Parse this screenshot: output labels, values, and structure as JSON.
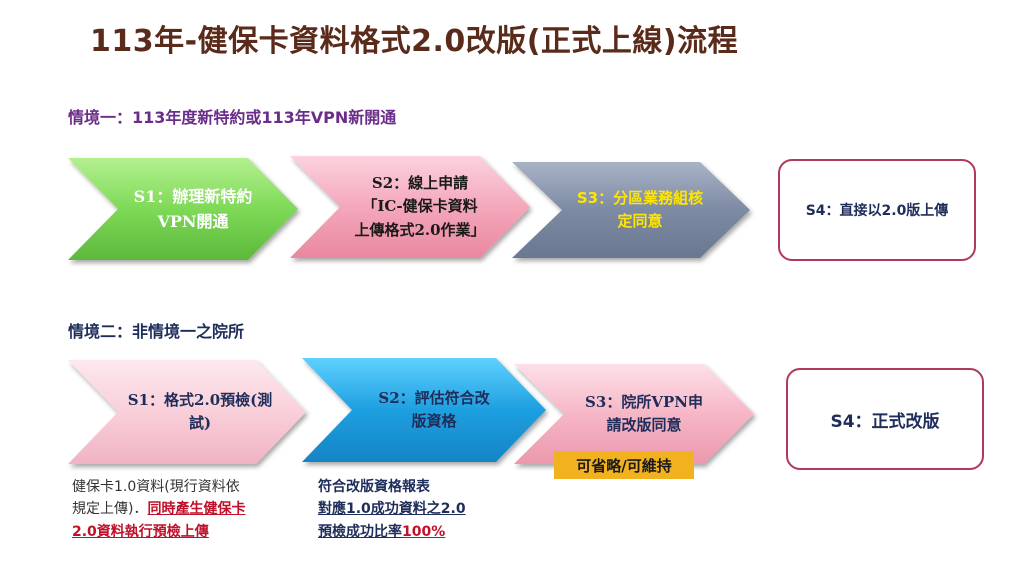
{
  "title": "113年-健保卡資料格式2.0改版(正式上線)流程",
  "scenario1": {
    "heading": "情境一：113年度新特約或113年VPN新開通",
    "s1": {
      "line1": "S1：辦理新特約",
      "line2": "VPN開通"
    },
    "s2": {
      "line1": "S2：線上申請",
      "line2": "「IC-健保卡資料",
      "line3": "上傳格式2.0作業」"
    },
    "s3": {
      "line1": "S3：分區業務組核",
      "line2": "定同意"
    },
    "s4": "S4：直接以2.0版上傳"
  },
  "scenario2": {
    "heading": "情境二：非情境一之院所",
    "s1": {
      "line1": "S1：格式2.0預檢(測",
      "line2": "試)"
    },
    "s2": {
      "line1": "S2：評估符合改",
      "line2": "版資格"
    },
    "s3": {
      "line1": "S3：院所VPN申",
      "line2": "請改版同意"
    },
    "s4": "S4：正式改版",
    "badge": "可省略/可維持",
    "note_left": {
      "line1": "健保卡1.0資料(現行資料依",
      "line2_plain": "規定上傳)．",
      "line2_red": "同時產生健保卡",
      "line3_red": "2.0資料執行預檢上傳"
    },
    "note_mid": {
      "line1": "符合改版資格報表",
      "line2": "對應1.0成功資料之2.0",
      "line3_plain": "預檢成功比率",
      "line3_red": "100%"
    }
  },
  "colors": {
    "s1_green": "#7ed957",
    "s2_pink": "#f4a7bb",
    "s3_slate": "#7d8aa3",
    "s2b_blue": "#1e9fe0",
    "s3b_pink": "#f6b6c6",
    "s1b_pink": "#f9cfd9",
    "border": "#b03a5a"
  }
}
